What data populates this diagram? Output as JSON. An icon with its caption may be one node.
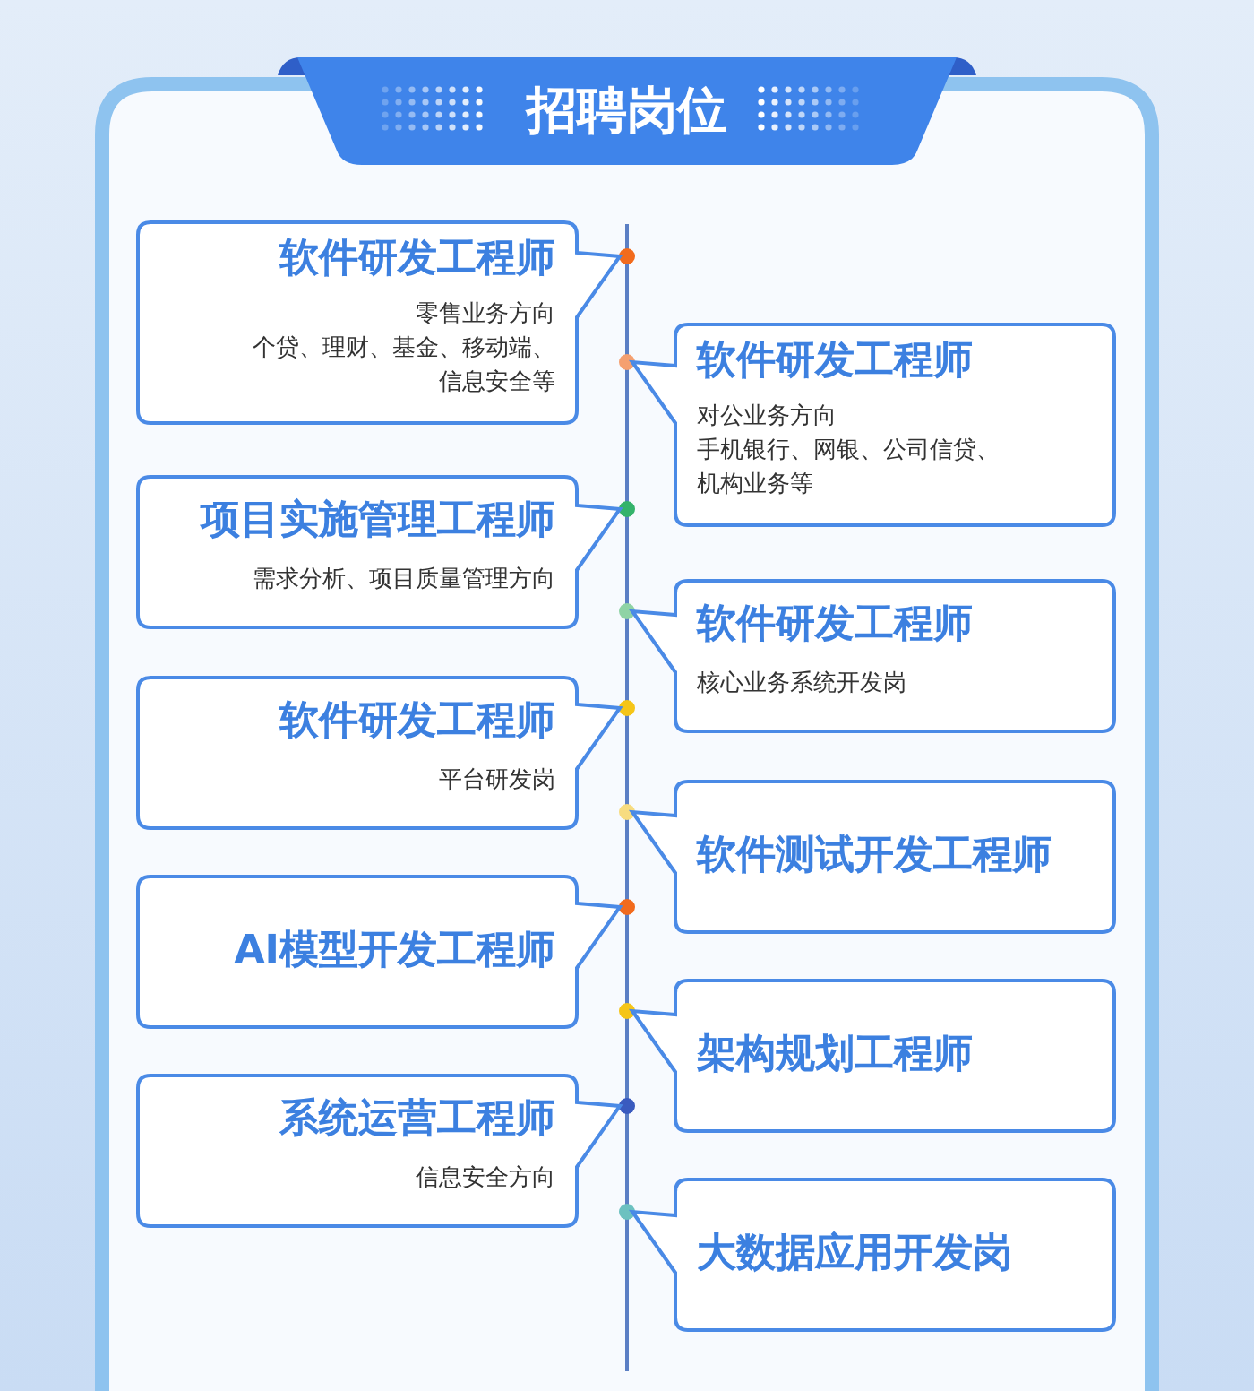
{
  "diagram": {
    "title": "招聘岗位",
    "nodes": [
      {
        "text": [
          "软件研发工程师",
          "零售业务方向",
          "个贷、理财、基金、移动端、信息安全等"
        ]
      },
      {
        "text": [
          "软件研发工程师",
          "对公业务方向",
          "手机银行、网银、公司信贷、机构业务等"
        ]
      },
      {
        "text": [
          "项目实施管理工程师",
          "需求分析、项目质量管理方向"
        ]
      },
      {
        "text": [
          "软件研发工程师",
          "核心业务系统开发岗"
        ]
      },
      {
        "text": [
          "软件研发工程师",
          "平台研发岗"
        ]
      },
      {
        "text": [
          "软件测试开发工程师"
        ]
      },
      {
        "text": [
          "AI模型开发工程师"
        ]
      },
      {
        "text": [
          "架构规划工程师"
        ]
      },
      {
        "text": [
          "系统运营工程师",
          "信息安全方向"
        ]
      },
      {
        "text": [
          "大数据应用开发岗"
        ]
      }
    ]
  }
}
